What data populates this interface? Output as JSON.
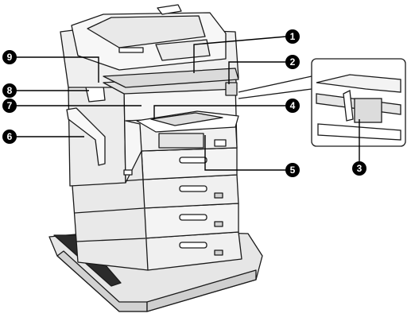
{
  "callouts": [
    {
      "id": 1,
      "label": "1"
    },
    {
      "id": 2,
      "label": "2"
    },
    {
      "id": 3,
      "label": "3"
    },
    {
      "id": 4,
      "label": "4"
    },
    {
      "id": 5,
      "label": "5"
    },
    {
      "id": 6,
      "label": "6"
    },
    {
      "id": 7,
      "label": "7"
    },
    {
      "id": 8,
      "label": "8"
    },
    {
      "id": 9,
      "label": "9"
    }
  ],
  "colors": {
    "outline": "#1a1a1a",
    "body_light": "#f4f4f4",
    "body_mid": "#dcdcdc",
    "body_dark": "#b8b8b8",
    "callout_fill": "#000000"
  }
}
